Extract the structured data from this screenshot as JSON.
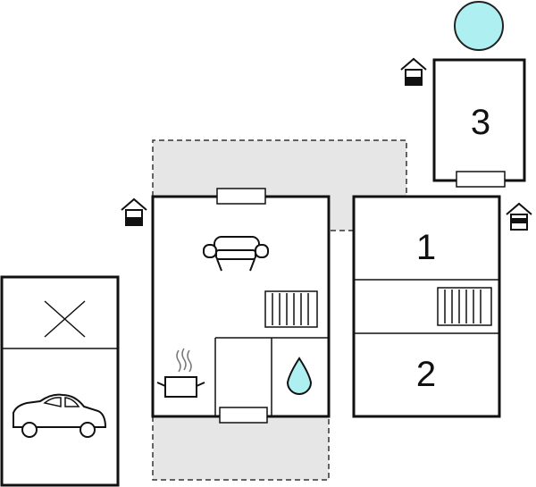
{
  "floorplan": {
    "rooms": [
      {
        "id": "bedroom-1",
        "label": "1"
      },
      {
        "id": "bedroom-2",
        "label": "2"
      },
      {
        "id": "bedroom-3",
        "label": "3"
      }
    ],
    "icons": [
      "pool-icon",
      "sofa-icon",
      "radiator-icon",
      "cooking-pot-icon",
      "water-drop-icon",
      "car-icon",
      "cross-icon",
      "house-icon",
      "window-icon"
    ],
    "colors": {
      "wall": "#111111",
      "terrace": "#e6e6e6",
      "pool": "#aef0f2",
      "background": "#ffffff"
    }
  }
}
